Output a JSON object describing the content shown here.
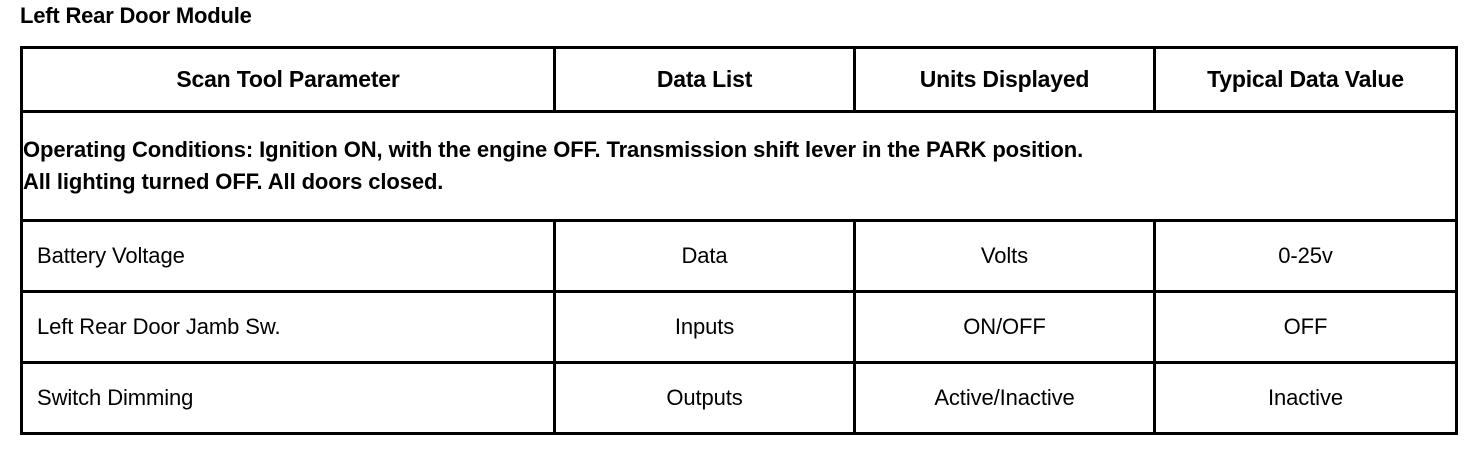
{
  "page": {
    "title": "Left Rear Door Module"
  },
  "table": {
    "headers": [
      {
        "key": "parameter",
        "label": "Scan Tool Parameter"
      },
      {
        "key": "data_list",
        "label": "Data List"
      },
      {
        "key": "units",
        "label": "Units Displayed"
      },
      {
        "key": "typical",
        "label": "Typical Data Value"
      }
    ],
    "operating_conditions": {
      "line1": "Operating Conditions: Ignition ON, with the engine OFF. Transmission shift lever in the PARK position.",
      "line2": "All lighting turned OFF. All doors closed."
    },
    "rows": [
      {
        "parameter": "Battery Voltage",
        "data_list": "Data",
        "units": "Volts",
        "typical": "0-25v"
      },
      {
        "parameter": "Left Rear Door Jamb Sw.",
        "data_list": "Inputs",
        "units": "ON/OFF",
        "typical": "OFF"
      },
      {
        "parameter": "Switch Dimming",
        "data_list": "Outputs",
        "units": "Active/Inactive",
        "typical": "Inactive"
      }
    ]
  },
  "colors": {
    "border": "#000000",
    "text": "#000000",
    "background": "#ffffff"
  }
}
